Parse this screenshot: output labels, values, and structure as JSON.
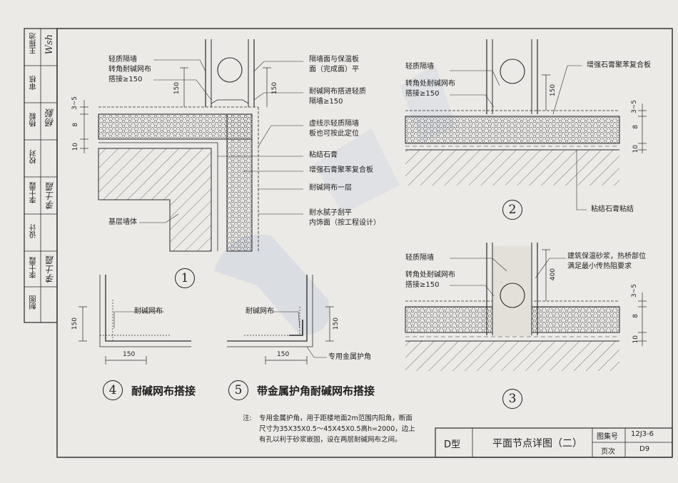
{
  "detail1": {
    "labels_left": [
      "轻质隔墙",
      "转角耐碱网布",
      "搭接≥150"
    ],
    "label_base_wall": "基层墙体",
    "labels_right": [
      "隔墙面与保温板",
      "面（完成面）平",
      "耐碱网布搭进轻质",
      "隔墙≥150",
      "虚线示轻质隔墙",
      "板也可按此定位",
      "粘结石膏",
      "增强石膏聚苯复合板",
      "耐碱网布一层",
      "耐水腻子刮平",
      "内饰面（按工程设计）"
    ],
    "dim_left": "150",
    "dim_right": "150",
    "dim_3_5": "3~5",
    "dim_8": "8",
    "dim_10": "10",
    "number": "1"
  },
  "detail2": {
    "label_wall": "轻质隔墙",
    "labels_corner": [
      "转角处耐碱网布",
      "搭接≥150"
    ],
    "label_board": "增强石膏聚苯复合板",
    "label_bond": "粘结石膏粘结",
    "dim_150": "150",
    "dim_3_5": "3~5",
    "dim_8": "8",
    "dim_10": "10",
    "number": "2"
  },
  "detail3": {
    "label_wall": "轻质隔墙",
    "labels_corner": [
      "转角处耐碱网布",
      "搭接≥150"
    ],
    "labels_mortar": [
      "建筑保温砂浆，热桥部位",
      "满足最小传热阻要求"
    ],
    "dim_400": "400",
    "dim_3_5": "3~5",
    "dim_8": "8",
    "dim_10": "10",
    "number": "3"
  },
  "detail4": {
    "label_mesh": "耐碱网布",
    "dim_v": "150",
    "dim_h": "150",
    "number": "4",
    "caption": "耐碱网布搭接"
  },
  "detail5": {
    "label_mesh": "耐碱网布",
    "label_corner": "专用金属护角",
    "dim_v": "150",
    "dim_h": "150",
    "number": "5",
    "caption": "带金属护角耐碱网布搭接"
  },
  "note": {
    "label": "注:",
    "lines": [
      "专用金属护角，用于距楼地面2m范围内阳角，断面",
      "尺寸为35X35X0.5～45X45X0.5高h=2000，边上",
      "有孔以利于砂浆嵌固，设在两层耐碱网布之间。"
    ]
  },
  "title_block": {
    "type": "D型",
    "title": "平面节点详图（二）",
    "atlas_label": "图集号",
    "atlas_value": "12J3-6",
    "page_label": "页次",
    "page_value": "D9"
  },
  "side_strip": {
    "roles": [
      "王振池",
      "审核",
      "杨毅",
      "校对",
      "李士霞",
      "设计",
      "李士霞",
      "制图"
    ],
    "signatures": [
      "Wsh",
      "杨毅",
      "李士霞",
      "李士霞"
    ]
  },
  "colors": {
    "line": "#2a2a2a",
    "hatch": "#555555",
    "watermark": "#b9c6da",
    "paper": "#eceae6"
  }
}
